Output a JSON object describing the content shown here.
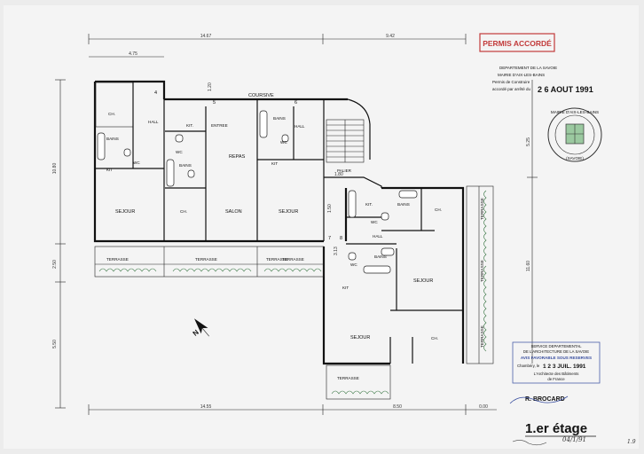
{
  "plan": {
    "dims": {
      "top_left": "14.67",
      "top_right": "9.42",
      "top_small": "4.75",
      "left_top": "10.80",
      "left_mid": "2.50",
      "left_bottom": "5.50",
      "right_upper": "5.25",
      "right_lower": "11.60",
      "bottom_left": "14.55",
      "bottom_right": "8.50",
      "bottom_small": "0.00",
      "inner_a": "1.80",
      "inner_b": "1.50",
      "inner_c": "1.20",
      "inner_d": "3.13"
    },
    "unit_numbers": [
      "4",
      "5",
      "6",
      "7",
      "8"
    ],
    "rooms": {
      "ch1": "CH.",
      "hall1": "HALL",
      "bains1": "BAINS",
      "wc1": "WC",
      "kit1": "KIT",
      "sejour1": "SEJOUR",
      "terrasse1": "TERRASSE",
      "coursive": "COURSIVE",
      "kit2": "KIT.",
      "entree": "ENTREE",
      "wc2": "WC",
      "bains2": "BAINS",
      "repas": "REPAS",
      "ch2": "CH.",
      "salon": "SALON",
      "terrasse2": "TERRASSE",
      "bains3": "BAINS",
      "hall3": "HALL",
      "wc3": "WC",
      "kit3": "KIT",
      "sejour3": "SEJOUR",
      "terrasse3": "TERRASSE",
      "palier": "PALIER",
      "kit4": "KIT.",
      "bains4": "BAINS",
      "ch4": "CH.",
      "wc4": "WC",
      "hall4": "HALL",
      "terrasse4": "TERRASSE",
      "terrasse5": "TERRASSE",
      "bains5": "BAINS",
      "wc5": "WC",
      "kit5": "KIT",
      "sejour5": "SEJOUR",
      "sejour6": "SEJOUR",
      "ch6": "CH.",
      "terrasse6": "TERRASSE",
      "terrasse7": "TERRASSE",
      "terrasse8": "TERRASSE"
    },
    "north_label": "N"
  },
  "stamps": {
    "permis": "PERMIS ACCORDÉ",
    "dept_line1": "DEPARTEMENT DE LA SAVOIE",
    "dept_line2": "MAIRIE D'AIX-LES-BAINS",
    "dept_line3": "Permis de Construire",
    "dept_line4": "accordé par arrêté du",
    "date_permis": "2 6 AOUT 1991",
    "seal_text_top": "MAIRIE D'AIX-LES-BAINS",
    "seal_text_bottom": "(SAVOIE)",
    "svc_line1": "SERVICE DEPARTEMENTAL",
    "svc_line2": "DE L'ARCHITECTURE DE LA SAVOIE",
    "svc_line3": "AVIS FAVORABLE SOUS RESERVES",
    "svc_line4": "Chambéry, le",
    "svc_date": "1 2 3 JUIL. 1991",
    "svc_line5": "L'Architecte des Bâtiments",
    "svc_line6": "de France",
    "svc_signer": "R. BROCARD"
  },
  "title_block": {
    "level": "1.er étage",
    "handwritten": "04/1/91",
    "corner_note": "1.9"
  }
}
